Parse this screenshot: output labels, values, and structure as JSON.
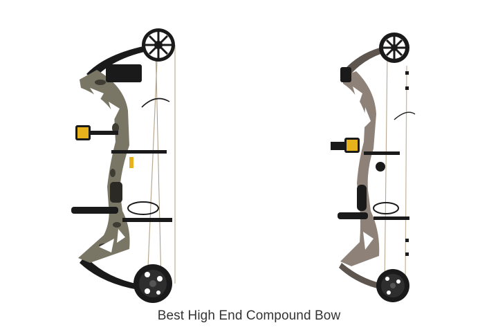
{
  "caption": "Best High End Compound Bow",
  "images": [
    {
      "name": "camo-compound-bow",
      "description": "compound bow, camo finish, black cams"
    },
    {
      "name": "gray-compound-bow",
      "description": "compound bow, gray finish, black cams"
    }
  ],
  "colors": {
    "background": "#ffffff",
    "caption_text": "#333333",
    "camo_riser": "#7a7666",
    "camo_dark": "#3e3c33",
    "gray_riser": "#8d8178",
    "gray_dark": "#5e554f",
    "black": "#1a1a1a",
    "sight_yellow": "#e8b21c",
    "string": "#c9b9a0"
  }
}
